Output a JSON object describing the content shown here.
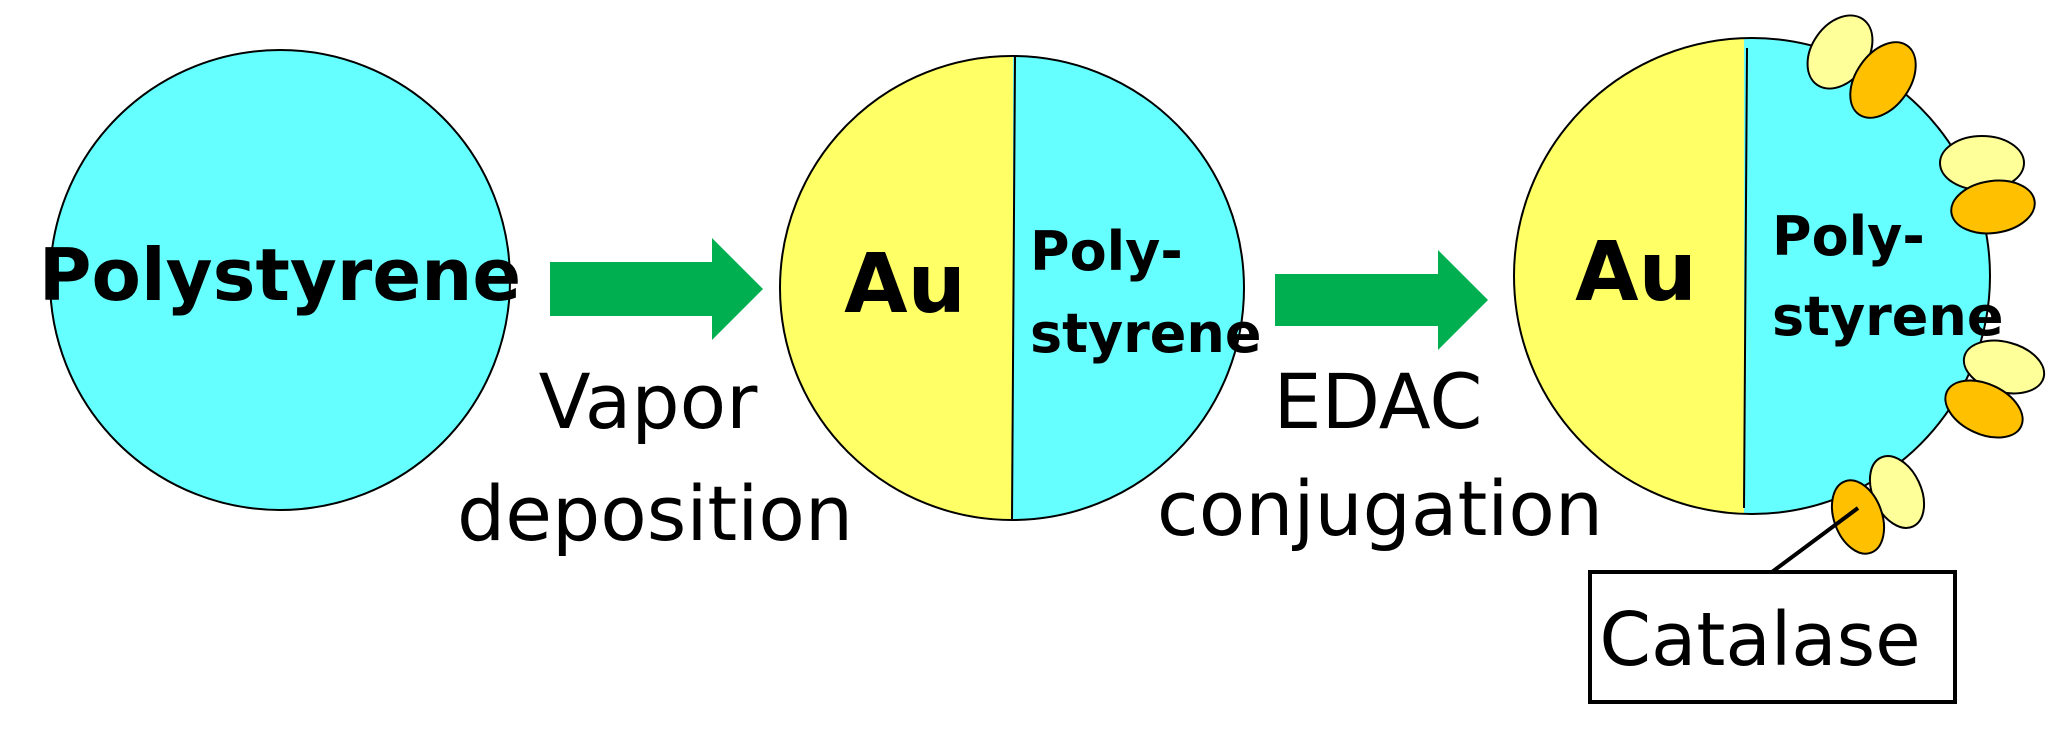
{
  "stage1": {
    "label": "Polystyrene",
    "fill": "#66FFFF"
  },
  "step1": {
    "line1": "Vapor",
    "line2": "deposition",
    "arrow_color": "#00B050"
  },
  "stage2": {
    "left_label": "Au",
    "right_label_line1": "Poly-",
    "right_label_line2": "styrene",
    "gold_fill": "#FFFF66",
    "polystyrene_fill": "#66FFFF"
  },
  "step2": {
    "line1": "EDAC",
    "line2": "conjugation",
    "arrow_color": "#00B050"
  },
  "stage3": {
    "left_label": "Au",
    "right_label_line1": "Poly-",
    "right_label_line2": "styrene",
    "gold_fill": "#FFFF66",
    "polystyrene_fill": "#66FFFF",
    "enzyme_light": "#FFFF99",
    "enzyme_dark": "#FFC000"
  },
  "callout": {
    "label": "Catalase"
  }
}
